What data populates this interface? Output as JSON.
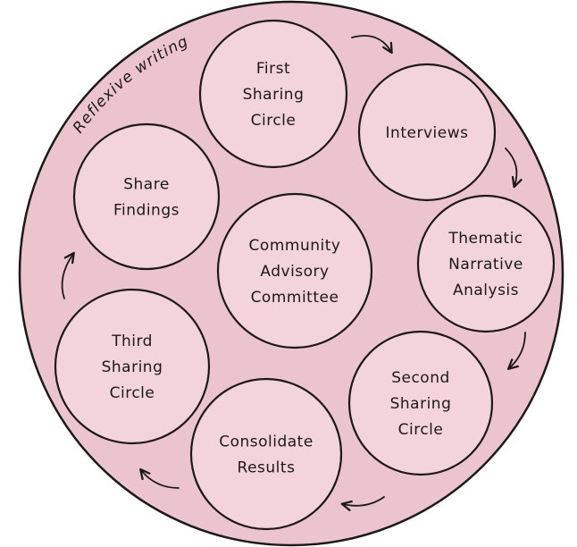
{
  "colors": {
    "background": "#ffffff",
    "outer_fill": "#ecc4cf",
    "inner_fill": "#f3d3dc",
    "stroke": "#1a1a1a"
  },
  "outer_label": "Reflexive writing",
  "center": {
    "lines": [
      "Community",
      "Advisory",
      "Committee"
    ]
  },
  "stages": [
    {
      "id": "first-sharing-circle",
      "lines": [
        "First",
        "Sharing",
        "Circle"
      ]
    },
    {
      "id": "interviews",
      "lines": [
        "Interviews"
      ]
    },
    {
      "id": "thematic-narrative-analysis",
      "lines": [
        "Thematic",
        "Narrative",
        "Analysis"
      ]
    },
    {
      "id": "second-sharing-circle",
      "lines": [
        "Second",
        "Sharing",
        "Circle"
      ]
    },
    {
      "id": "consolidate-results",
      "lines": [
        "Consolidate",
        "Results"
      ]
    },
    {
      "id": "third-sharing-circle",
      "lines": [
        "Third",
        "Sharing",
        "Circle"
      ]
    },
    {
      "id": "share-findings",
      "lines": [
        "Share",
        "Findings"
      ]
    }
  ]
}
